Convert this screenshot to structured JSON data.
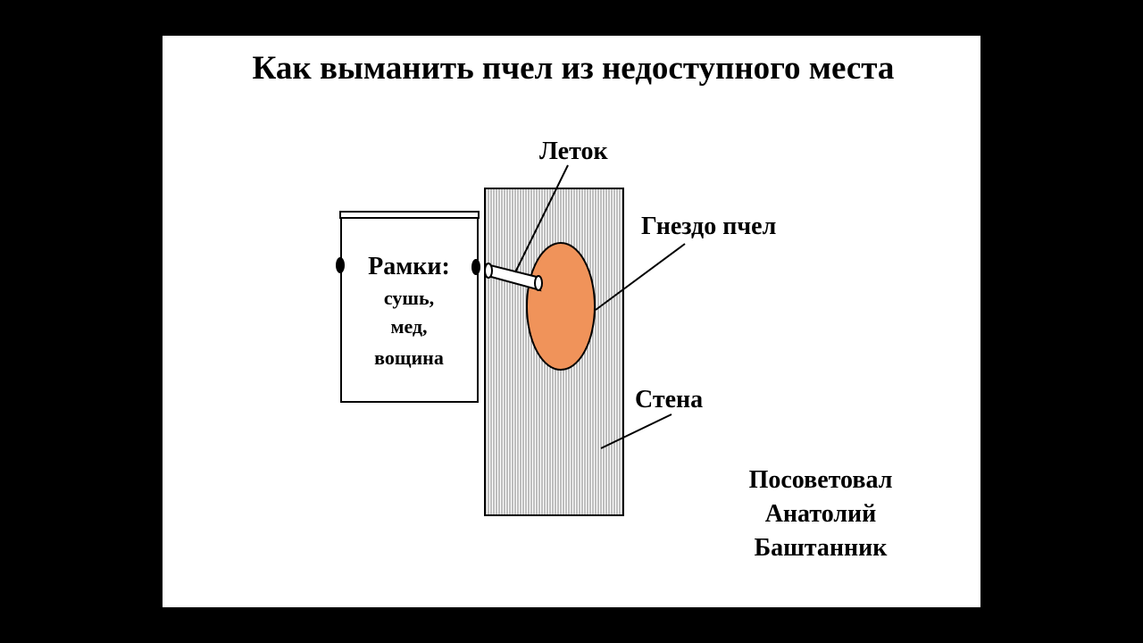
{
  "title": "Как выманить пчел из недоступного места",
  "labels": {
    "entrance": "Леток",
    "nest": "Гнездо пчел",
    "wall": "Стена"
  },
  "box": {
    "heading": "Рамки:",
    "line1": "сушь,",
    "line2": "мед,",
    "line3": "вощина"
  },
  "author": {
    "line1": "Посоветовал",
    "line2": "Анатолий",
    "line3": "Баштанник"
  },
  "colors": {
    "background": "#000000",
    "slide": "#ffffff",
    "nest_fill": "#f0935a",
    "outline": "#000000"
  }
}
